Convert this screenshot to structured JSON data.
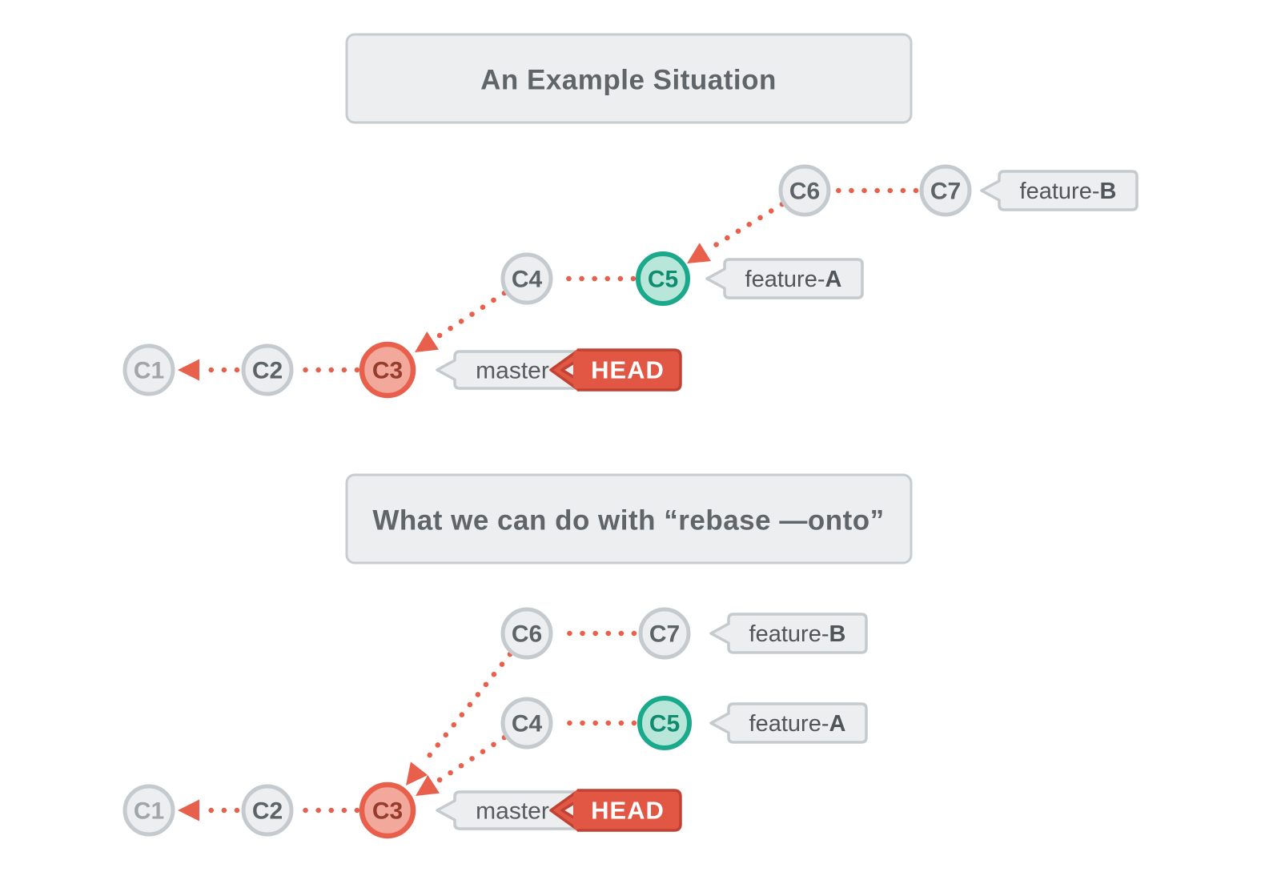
{
  "sections": [
    {
      "title": "An Example Situation"
    },
    {
      "title": "What we can do with “rebase —onto”"
    }
  ],
  "commits": {
    "c1": "C1",
    "c2": "C2",
    "c3": "C3",
    "c4": "C4",
    "c5": "C5",
    "c6": "C6",
    "c7": "C7"
  },
  "labels": {
    "feature_prefix": "feature-",
    "feature_a": "A",
    "feature_b": "B",
    "master": "master",
    "head": "HEAD"
  },
  "graphs": [
    {
      "edges": [
        [
          "C2",
          "C1"
        ],
        [
          "C3",
          "C2"
        ],
        [
          "C4",
          "C3"
        ],
        [
          "C5",
          "C4"
        ],
        [
          "C6",
          "C5"
        ],
        [
          "C7",
          "C6"
        ]
      ],
      "branches": {
        "master": "C3",
        "HEAD": "C3",
        "feature-A": "C5",
        "feature-B": "C7"
      }
    },
    {
      "edges": [
        [
          "C2",
          "C1"
        ],
        [
          "C3",
          "C2"
        ],
        [
          "C4",
          "C3"
        ],
        [
          "C5",
          "C4"
        ],
        [
          "C6",
          "C3"
        ],
        [
          "C7",
          "C6"
        ]
      ],
      "branches": {
        "master": "C3",
        "HEAD": "C3",
        "feature-A": "C5",
        "feature-B": "C7"
      }
    }
  ],
  "colors": {
    "accent_red": "#E8604C",
    "head_fill": "#E15744",
    "head_border": "#BF4233",
    "commit_red_fill": "#F2A89B",
    "commit_red_text": "#963C2C",
    "green_border": "#1BA98C",
    "green_fill": "#B8E6D9",
    "green_text": "#0F8C6F",
    "gray_fill": "#EDEEF0",
    "gray_border": "#C4CACE",
    "text_dark": "#5D6468",
    "text_muted": "#9FA5A9",
    "title_text": "#5F6569"
  }
}
